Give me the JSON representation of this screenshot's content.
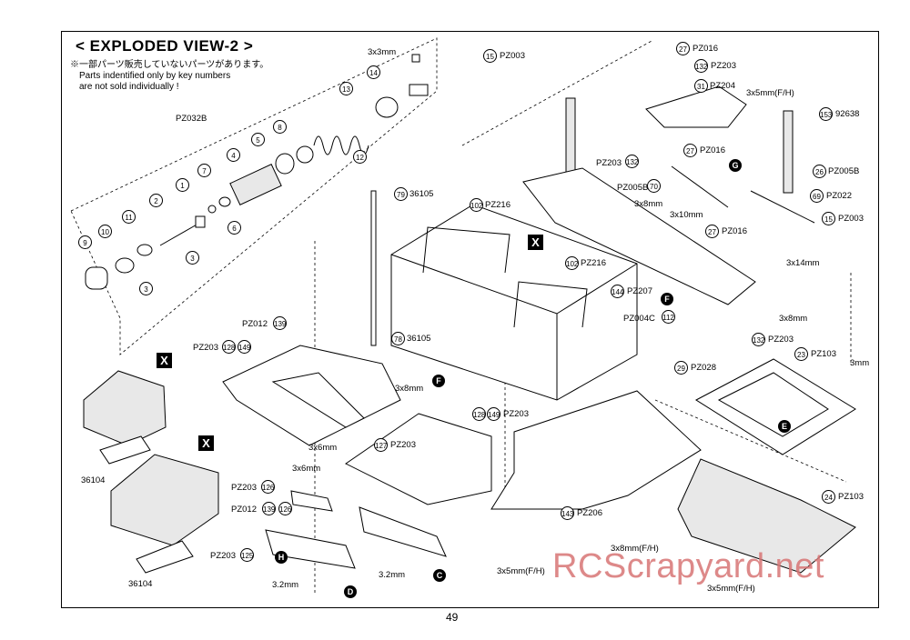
{
  "title": "< EXPLODED VIEW-2 >",
  "note_lines": [
    "※一部パーツ販売していないパーツがあります。",
    "Parts indentified only by key numbers",
    "are not sold individually !"
  ],
  "page_number": "49",
  "watermark": "RCScrapyard.net",
  "labels": {
    "pz032b": "PZ032B",
    "x3x3mm": "3x3mm",
    "pz003_a": "PZ003",
    "pz016_a": "PZ016",
    "pz203_a": "PZ203",
    "pz204": "PZ204",
    "x3x5mm_fh_top": "3x5mm(F/H)",
    "n92638": "92638",
    "pz005b_a": "PZ005B",
    "pz203_b": "PZ203",
    "pz016_b": "PZ016",
    "pz005b_b": "PZ005B",
    "pz022": "PZ022",
    "n36105_a": "36105",
    "pz216_a": "PZ216",
    "x3x8mm_a": "3x8mm",
    "x3x10mm": "3x10mm",
    "pz016_c": "PZ016",
    "pz003_b": "PZ003",
    "x3x14mm": "3x14mm",
    "pz216_b": "PZ216",
    "pz207": "PZ207",
    "pz004c": "PZ004C",
    "x3x8mm_b": "3x8mm",
    "pz203_c": "PZ203",
    "pz028": "PZ028",
    "pz103_a": "PZ103",
    "x3mm": "3mm",
    "n36105_b": "36105",
    "pz012_a": "PZ012",
    "pz203_d": "PZ203",
    "x3x8mm_c": "3x8mm",
    "x3x6mm_a": "3x6mm",
    "pz203_e": "PZ203",
    "pz203_f": "PZ203",
    "n36104_a": "36104",
    "x3x6mm_b": "3x6mm",
    "pz203_g": "PZ203",
    "pz012_b": "PZ012",
    "pz206": "PZ206",
    "pz103_b": "PZ103",
    "pz203_h": "PZ203",
    "x3_2mm_a": "3.2mm",
    "x3_2mm_b": "3.2mm",
    "n36104_b": "36104",
    "x3x8mm_fh": "3x8mm(F/H)",
    "x3x5mm_fh_a": "3x5mm(F/H)",
    "x3x5mm_fh_b": "3x5mm(F/H)"
  },
  "circled": {
    "c15a": "15",
    "c14": "14",
    "c13": "13",
    "c12": "12",
    "c8": "8",
    "c5": "5",
    "c4": "4",
    "c7": "7",
    "c1": "1",
    "c6": "6",
    "c2": "2",
    "c3a": "3",
    "c3b": "3",
    "c11": "11",
    "c10": "10",
    "c9": "9",
    "c79": "79",
    "c78": "78",
    "c27a": "27",
    "c132a": "132",
    "c31": "31",
    "c153": "153",
    "c132b": "132",
    "c27b": "27",
    "c70": "70",
    "c26": "26",
    "c69": "69",
    "c102a": "102",
    "c27c": "27",
    "c15b": "15",
    "c102b": "102",
    "c144": "144",
    "c112": "112",
    "c132c": "132",
    "c29": "29",
    "c23": "23",
    "c139a": "139",
    "c128a": "128",
    "c149a": "149",
    "c127": "127",
    "c128b": "128",
    "c149b": "149",
    "c126a": "126",
    "c139b": "139",
    "c126b": "126",
    "c125": "125",
    "c143": "143",
    "c24": "24"
  },
  "key_letters": {
    "g": "G",
    "f1": "F",
    "f2": "F",
    "e": "E",
    "h": "H",
    "d": "D",
    "c": "C"
  },
  "x_mark": "X"
}
